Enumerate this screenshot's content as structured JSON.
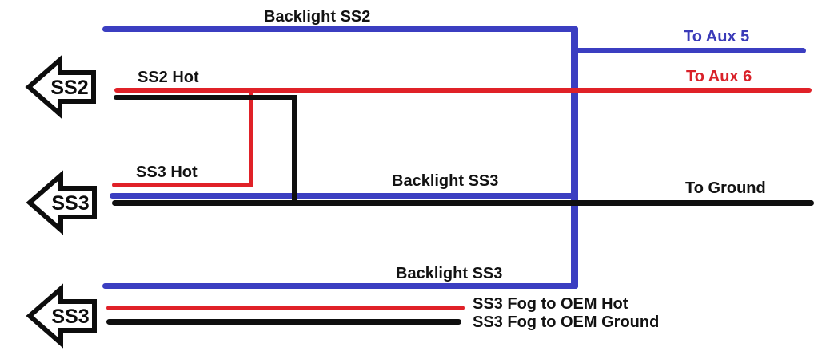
{
  "colors": {
    "wire_blue": "#3b3ec1",
    "wire_red": "#e02128",
    "wire_black": "#0f0f0f",
    "text_blue": "#3a3ab8",
    "text_red": "#d92129",
    "text_black": "#121212",
    "background": "#ffffff"
  },
  "connectors": {
    "ss2": {
      "label": "SS2"
    },
    "ss3_mid": {
      "label": "SS3"
    },
    "ss3_bottom": {
      "label": "SS3"
    }
  },
  "labels": {
    "backlight_ss2": "Backlight SS2",
    "to_aux_5": "To Aux 5",
    "to_aux_6": "To Aux 6",
    "ss2_hot": "SS2 Hot",
    "ss3_hot": "SS3 Hot",
    "backlight_ss3_mid": "Backlight SS3",
    "to_ground": "To Ground",
    "backlight_ss3_bottom": "Backlight SS3",
    "ss3_fog_to_oem_hot": "SS3 Fog to OEM Hot",
    "ss3_fog_to_oem_ground": "SS3 Fog to OEM Ground"
  }
}
